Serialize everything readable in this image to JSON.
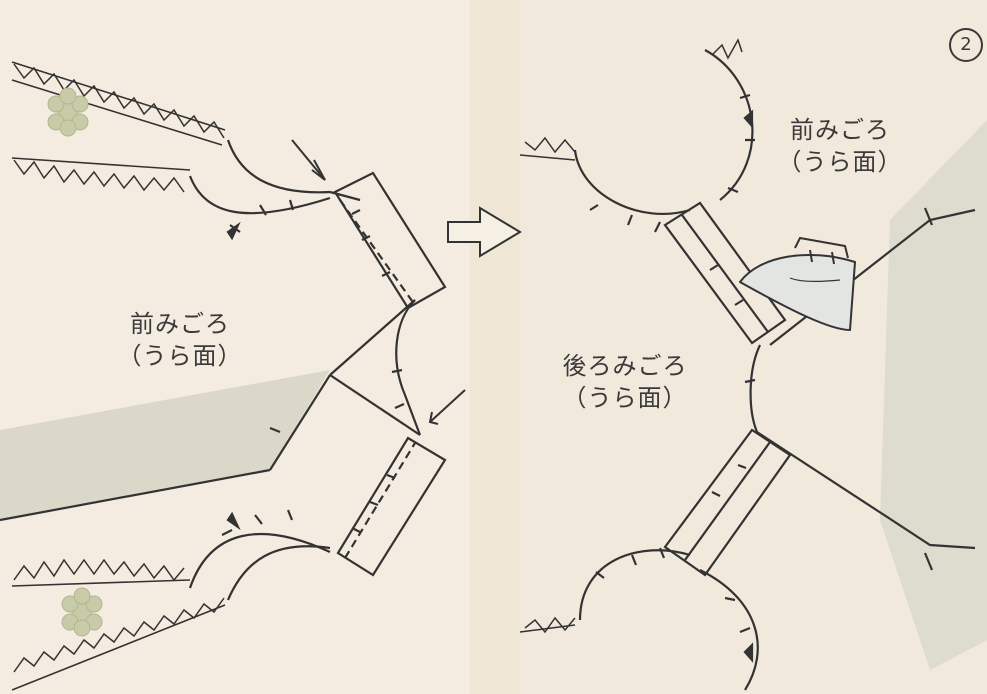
{
  "step_number": "2",
  "left_panel": {
    "piece_label": {
      "title": "前みごろ",
      "subtitle": "（うら面）"
    }
  },
  "right_panel": {
    "front_label": {
      "title": "前みごろ",
      "subtitle": "（うら面）"
    },
    "back_label": {
      "title": "後ろみごろ",
      "subtitle": "（うら面）"
    }
  },
  "icons": {
    "transition": "right-arrow-icon",
    "pin_arrows": "arrow-icon",
    "iron": "iron-icon",
    "flower": "flower-icon"
  },
  "colors": {
    "background": "#efe6d6",
    "fabric": "#f6efe3",
    "shadow": "#d2d3c3",
    "line": "#333333",
    "flower": "#bfc6a4"
  }
}
